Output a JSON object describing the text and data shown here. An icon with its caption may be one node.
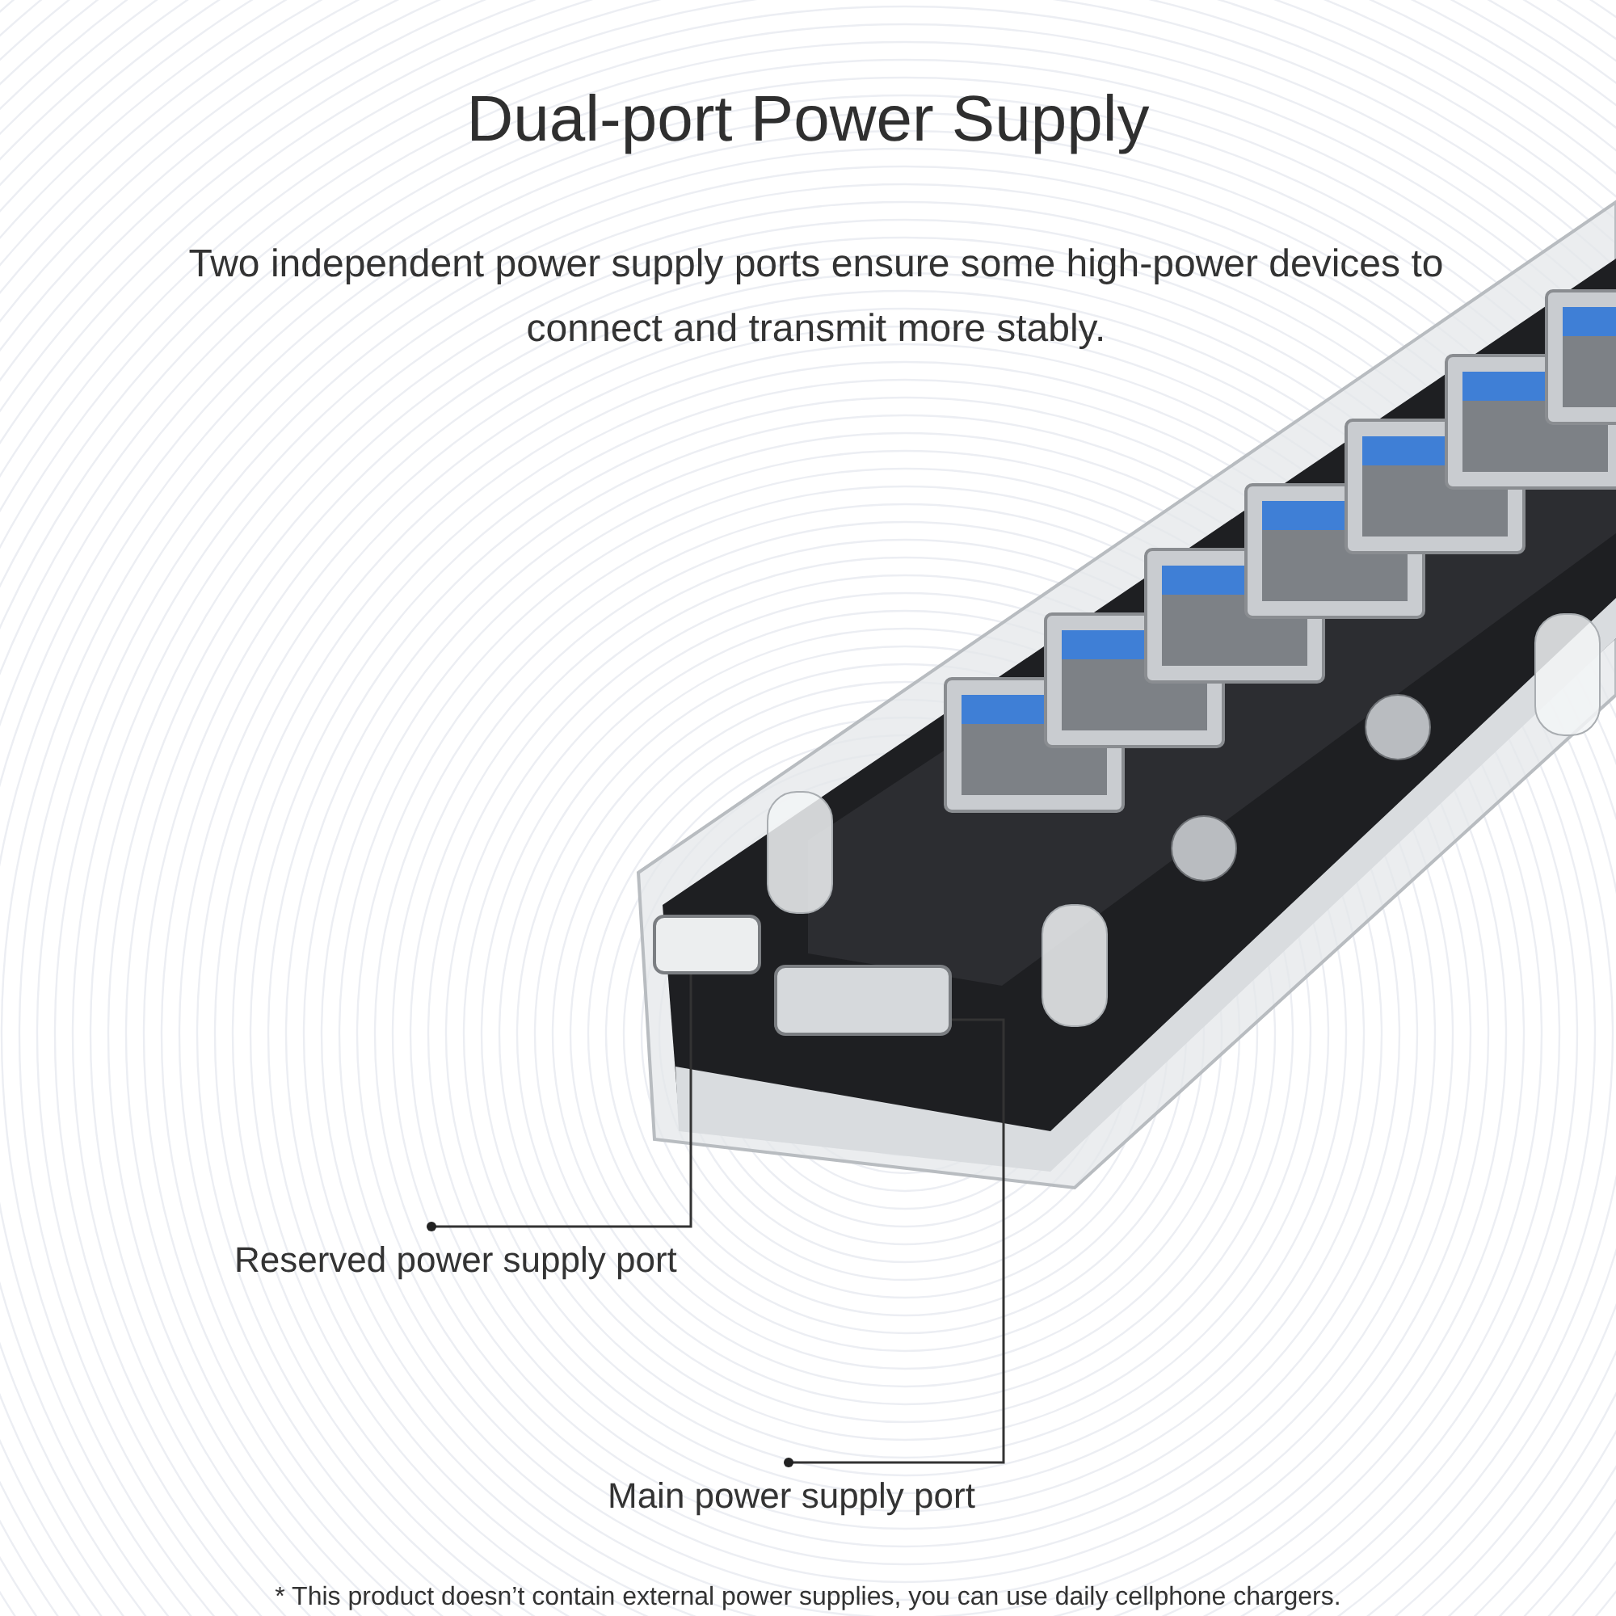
{
  "diagram": {
    "title": "Dual-port Power Supply",
    "nodes": [
      {
        "text": [
          "Reserved power supply port"
        ]
      },
      {
        "text": [],
        "shape": "box"
      },
      {
        "text": [
          "Main power supply port"
        ]
      },
      {
        "text": [],
        "shape": "box"
      }
    ],
    "edges": [
      {
        "from": 0,
        "to": 1,
        "arrow": "other"
      },
      {
        "from": 2,
        "to": 3,
        "arrow": "other"
      }
    ],
    "labels": [
      "Two independent power supply ports ensure some high-power devices to connect and transmit more stably.",
      "* This product doesn’t contain external power supplies, you can use daily cellphone chargers."
    ]
  }
}
